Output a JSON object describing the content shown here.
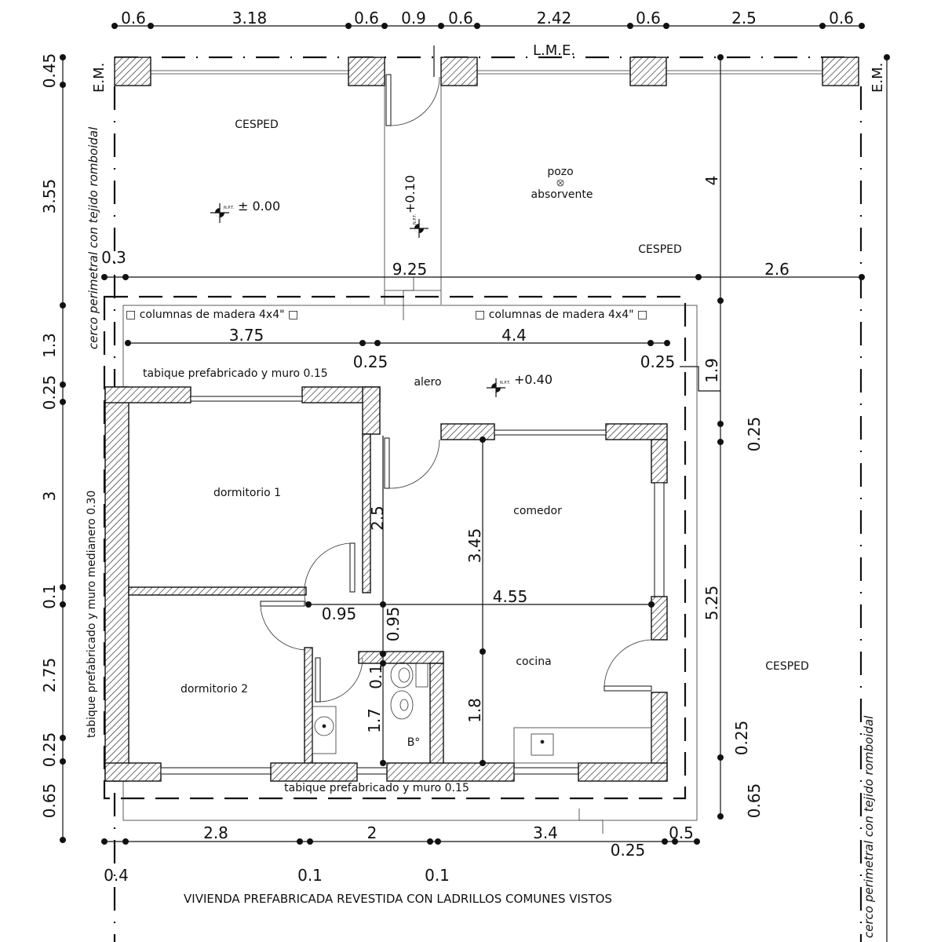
{
  "title": "VIVIENDA PREFABRICADA REVESTIDA CON LADRILLOS COMUNES VISTOS",
  "top_dims": [
    "0.6",
    "3.18",
    "0.6",
    "0.9",
    "0.6",
    "2.42",
    "0.6",
    "2.5",
    "0.6"
  ],
  "left_dims": [
    "0.45",
    "3.55",
    "1.3",
    "0.25",
    "3",
    "0.1",
    "2.75",
    "0.25",
    "0.65"
  ],
  "right_dims": [
    "4",
    "1.9",
    "0.25",
    "5.25",
    "0.25",
    "0.65"
  ],
  "site_dims": {
    "front_to_house": "9.25",
    "right_side": "2.6",
    "left_offset": "0.3"
  },
  "house_dims": {
    "front_left": "3.75",
    "front_right": "4.4",
    "offset_left": "0.25",
    "offset_right": "0.25",
    "hall": "2.5",
    "comedor_depth": "3.45",
    "width_mid": "4.55",
    "hall_width": "0.95",
    "hall_depth": "0.95",
    "bath_wall": "0.1",
    "bath_depth": "1.7",
    "cocina_depth": "1.8"
  },
  "bottom_dims": [
    "2.8",
    "2",
    "3.4",
    "0.5",
    "0.25",
    "0.4",
    "0.1",
    "0.1"
  ],
  "labels": {
    "lme": "L.M.E.",
    "em_left": "E.M.",
    "em_right": "E.M.",
    "cesped_1": "CESPED",
    "cesped_2": "CESPED",
    "cesped_3": "CESPED",
    "pozo": "pozo",
    "absorvente": "absorvente",
    "npt_0": "± 0.00",
    "npt_10": "+0.10",
    "npt_40": "+0.40",
    "npt": "N.P.T.",
    "fence_left": "cerco perimetral con tejido romboidal",
    "fence_right": "cerco perimetral con tejido romboidal",
    "columns_1": "columnas de madera 4x4\"",
    "columns_2": "columnas de madera 4x4\"",
    "wall_top": "tabique prefabricado y muro 0.15",
    "wall_bottom": "tabique prefabricado y muro 0.15",
    "wall_left": "tabique prefabricado y muro medianero 0.30",
    "alero": "alero",
    "dormitorio_1": "dormitorio 1",
    "dormitorio_2": "dormitorio 2",
    "comedor": "comedor",
    "cocina": "cocina",
    "bano": "B°"
  }
}
